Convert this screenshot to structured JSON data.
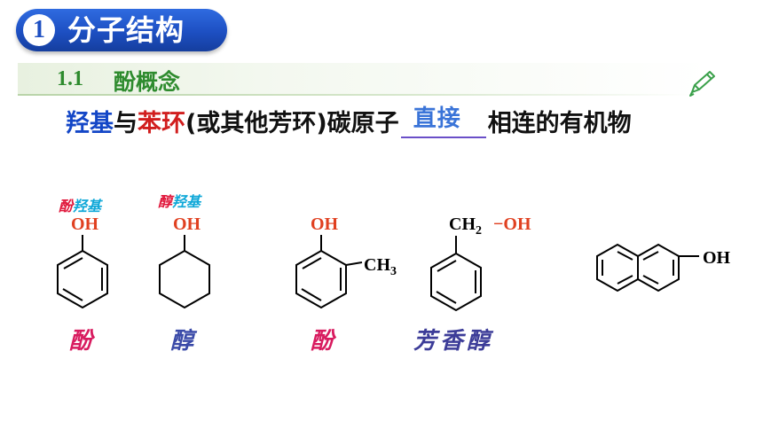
{
  "header": {
    "number": "1",
    "title": "分子结构"
  },
  "section": {
    "number": "1.1",
    "title": "酚概念"
  },
  "definition": {
    "part1": "羟基",
    "part2": "与",
    "part3": "苯环",
    "part4": "(或其他芳环)碳原子",
    "answer": "直接",
    "part5": "相连的有机物"
  },
  "structures": {
    "phenol_label_a": "酚",
    "phenol_label_b": "羟基",
    "alcohol_label_a": "醇",
    "alcohol_label_b": "羟基",
    "oh": "OH",
    "ch3_base": "CH",
    "ch3_sub": "3",
    "ch2_base": "CH",
    "ch2_sub": "2",
    "dash": "−OH"
  },
  "captions": {
    "c1": "酚",
    "c2": "醇",
    "c3": "酚",
    "c4": "芳香醇"
  },
  "colors": {
    "header_blue": "#1d4fc2",
    "section_green": "#2e8b2e",
    "oh_red": "#e04020",
    "caption_pink": "#d81b5f",
    "caption_navy": "#3a4aa8"
  }
}
